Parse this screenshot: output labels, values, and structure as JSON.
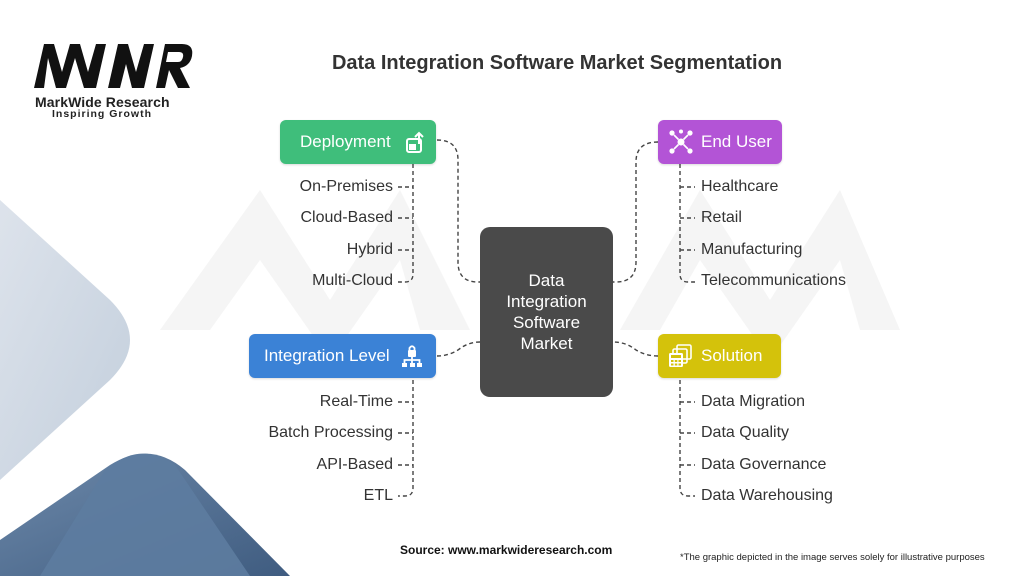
{
  "brand": {
    "name": "MarkWide Research",
    "tagline": "Inspiring Growth",
    "logo_text": "MWR"
  },
  "title": "Data Integration Software Market Segmentation",
  "center": {
    "label": "Data Integration Software Market"
  },
  "segments": {
    "deployment": {
      "label": "Deployment",
      "color": "#3fbe7b",
      "icon": "upload-box-icon",
      "items": [
        "On-Premises",
        "Cloud-Based",
        "Hybrid",
        "Multi-Cloud"
      ]
    },
    "integration_level": {
      "label": "Integration Level",
      "color": "#3b82d6",
      "icon": "hierarchy-lock-icon",
      "items": [
        "Real-Time",
        "Batch Processing",
        "API-Based",
        "ETL"
      ]
    },
    "end_user": {
      "label": "End User",
      "color": "#b354d6",
      "icon": "network-people-icon",
      "items": [
        "Healthcare",
        "Retail",
        "Manufacturing",
        "Telecommunications"
      ]
    },
    "solution": {
      "label": "Solution",
      "color": "#d4c20b",
      "icon": "calculator-stack-icon",
      "items": [
        "Data Migration",
        "Data Quality",
        "Data Governance",
        "Data Warehousing"
      ]
    }
  },
  "footer": {
    "source": "Source: www.markwideresearch.com",
    "note": "*The graphic depicted in the image serves solely for illustrative purposes"
  }
}
